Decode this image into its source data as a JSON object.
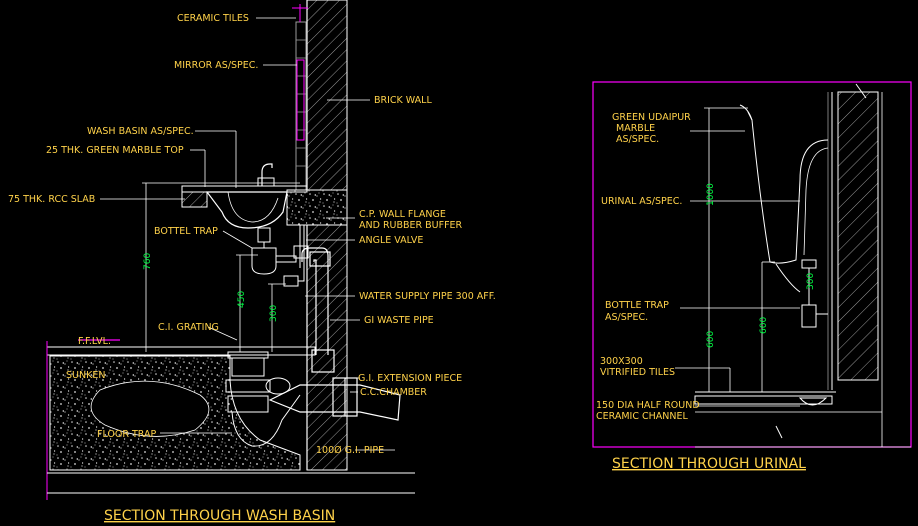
{
  "colors": {
    "background": "#000000",
    "label": "#ffd24a",
    "magenta": "#ff00ff",
    "grey": "#9a9a9a",
    "white": "#ffffff",
    "green": "#00ff44",
    "cyan": "#00b0b0"
  },
  "wash_basin": {
    "title": "SECTION  THROUGH WASH BASIN",
    "labels": {
      "ceramic_tiles": "CERAMIC TILES",
      "mirror": "MIRROR AS/SPEC.",
      "brick_wall": "BRICK WALL",
      "wash_basin": "WASH BASIN AS/SPEC.",
      "marble_top": "25 THK. GREEN MARBLE TOP",
      "rcc_slab": "75 THK. RCC SLAB",
      "bottel_trap": "BOTTEL TRAP",
      "wall_flange_1": "C.P. WALL FLANGE",
      "wall_flange_2": "AND RUBBER BUFFER",
      "angle_valve": "ANGLE VALVE",
      "water_supply": "WATER SUPPLY PIPE 300 AFF.",
      "gi_waste": "GI WASTE PIPE",
      "ci_grating": "C.I. GRATING",
      "ff_lvl": "F.F.LVL.",
      "sunken": "SUNKEN",
      "gi_extension": "G.I. EXTENSION PIECE",
      "cc_chamber": "C.C.CHAMBER",
      "floor_trap": "FLOOR TRAP",
      "gi_pipe": "100Ø G.I. PIPE"
    },
    "dims": {
      "d1": "760",
      "d2": "450",
      "d3": "300"
    }
  },
  "urinal": {
    "title": "SECTION THROUGH URINAL",
    "labels": {
      "marble_1": "GREEN UDAIPUR",
      "marble_2": "MARBLE",
      "marble_3": "AS/SPEC.",
      "urinal": "URINAL AS/SPEC.",
      "bottle_trap_1": "BOTTLE TRAP",
      "bottle_trap_2": "AS/SPEC.",
      "tiles_1": "300X300",
      "tiles_2": "VITRIFIED TILES",
      "channel_1": "150 DIA HALF ROUND",
      "channel_2": "CERAMIC CHANNEL"
    },
    "dims": {
      "d1": "1000",
      "d2": "600",
      "d3": "600",
      "d4": "300"
    }
  }
}
